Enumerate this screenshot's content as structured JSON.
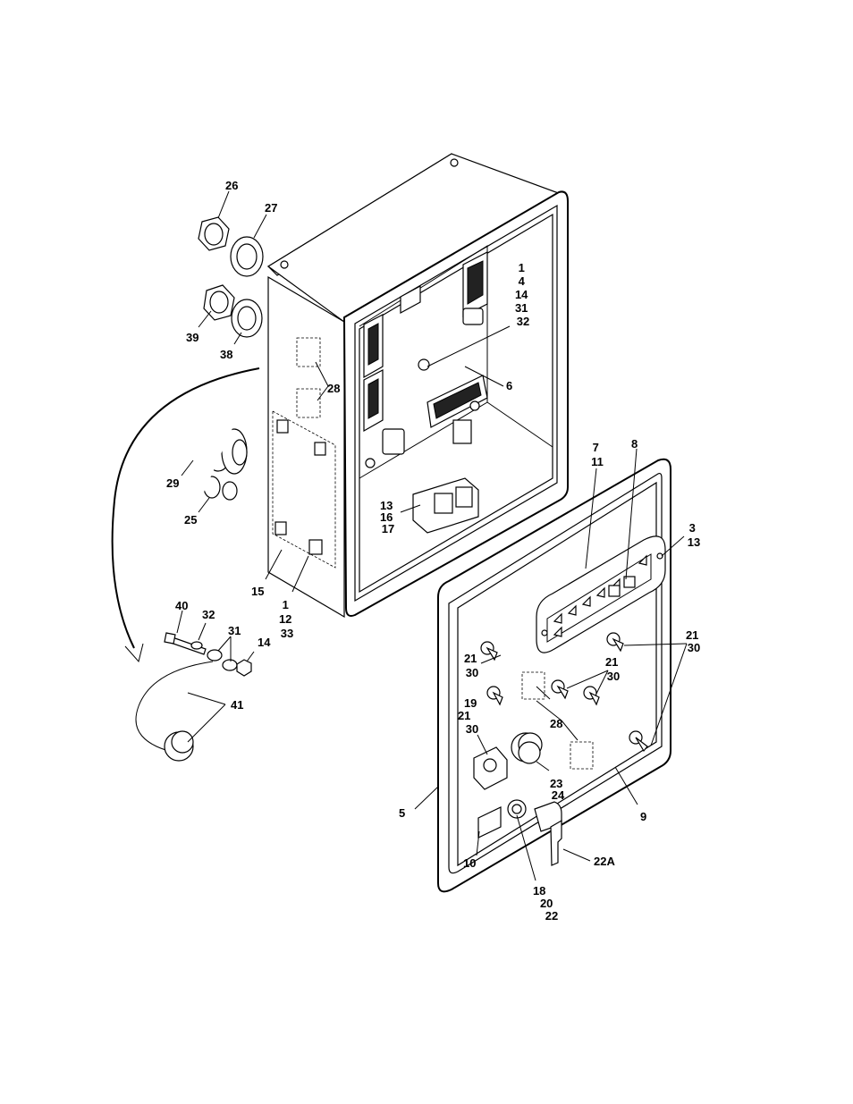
{
  "callouts": {
    "c26": "26",
    "c27": "27",
    "c39": "39",
    "c38": "38",
    "c28a": "28",
    "c29": "29",
    "c25": "25",
    "c15": "15",
    "c1_12_33": [
      "1",
      "12",
      "33"
    ],
    "c1_4_14_31_32": [
      "1",
      "4",
      "14",
      "31",
      "32"
    ],
    "c6": "6",
    "c13_16_17": [
      "13",
      "16",
      "17"
    ],
    "c7_11": [
      "7",
      "11"
    ],
    "c8": "8",
    "c3_13": [
      "3",
      "13"
    ],
    "c40": "40",
    "c32": "32",
    "c31": "31",
    "c14": "14",
    "c41": "41",
    "c21_30_a": [
      "21",
      "30"
    ],
    "c21_30_b": [
      "21",
      "30"
    ],
    "c21_30_c": [
      "21",
      "30"
    ],
    "c19_21_30": [
      "19",
      "21",
      "30"
    ],
    "c28b": "28",
    "c23_24": [
      "23",
      "24"
    ],
    "c5": "5",
    "c9": "9",
    "c10": "10",
    "c18_20_22": [
      "18",
      "20",
      "22"
    ],
    "c22A": "22A"
  }
}
